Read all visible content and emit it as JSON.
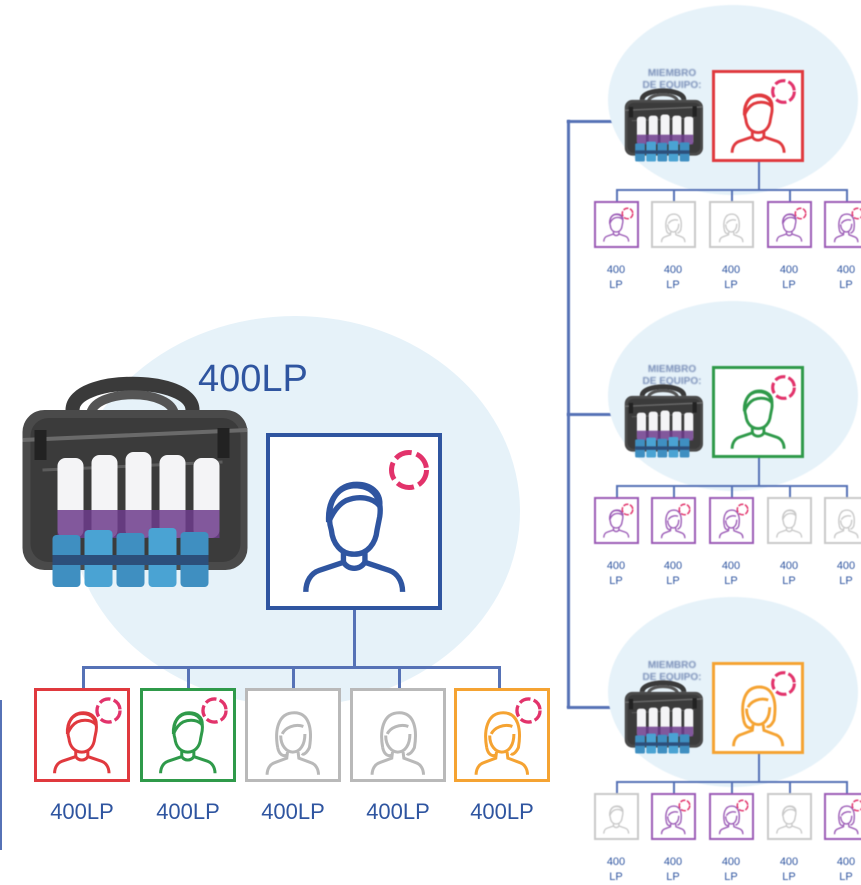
{
  "main": {
    "label": "400LP",
    "members": [
      {
        "label": "400LP",
        "color": "#e0393e",
        "gender": "male",
        "active": true
      },
      {
        "label": "400LP",
        "color": "#2f9a4a",
        "gender": "male",
        "active": true
      },
      {
        "label": "400LP",
        "color": "#b9b9b9",
        "gender": "female",
        "active": false
      },
      {
        "label": "400LP",
        "color": "#b9b9b9",
        "gender": "female",
        "active": false
      },
      {
        "label": "400LP",
        "color": "#f5a332",
        "gender": "female",
        "active": true
      }
    ]
  },
  "branches": [
    {
      "member_text": "MIEMBRO DE EQUIPO:",
      "head_color": "#e0393e",
      "members": [
        {
          "line1": "400",
          "line2": "LP",
          "color": "#9b5bb6",
          "active": true
        },
        {
          "line1": "400",
          "line2": "LP",
          "color": "#c9c9c9",
          "active": false
        },
        {
          "line1": "400",
          "line2": "LP",
          "color": "#c9c9c9",
          "active": false
        },
        {
          "line1": "400",
          "line2": "LP",
          "color": "#9b5bb6",
          "active": true
        },
        {
          "line1": "400",
          "line2": "LP",
          "color": "#9b5bb6",
          "active": true
        }
      ]
    },
    {
      "member_text": "MIEMBRO DE EQUIPO:",
      "head_color": "#2f9a4a",
      "members": [
        {
          "line1": "400",
          "line2": "LP",
          "color": "#9b5bb6",
          "active": true
        },
        {
          "line1": "400",
          "line2": "LP",
          "color": "#9b5bb6",
          "active": true
        },
        {
          "line1": "400",
          "line2": "LP",
          "color": "#9b5bb6",
          "active": true
        },
        {
          "line1": "400",
          "line2": "LP",
          "color": "#c9c9c9",
          "active": false
        },
        {
          "line1": "400",
          "line2": "LP",
          "color": "#c9c9c9",
          "active": false
        }
      ]
    },
    {
      "member_text": "MIEMBRO DE EQUIPO:",
      "head_color": "#f5a332",
      "members": [
        {
          "line1": "400",
          "line2": "LP",
          "color": "#c9c9c9",
          "active": false
        },
        {
          "line1": "400",
          "line2": "LP",
          "color": "#9b5bb6",
          "active": true
        },
        {
          "line1": "400",
          "line2": "LP",
          "color": "#9b5bb6",
          "active": true
        },
        {
          "line1": "400",
          "line2": "LP",
          "color": "#c9c9c9",
          "active": false
        },
        {
          "line1": "400",
          "line2": "LP",
          "color": "#9b5bb6",
          "active": true
        }
      ]
    }
  ],
  "colors": {
    "head": "#2f55a0",
    "connector": "#5672b6",
    "circle": "#e6f2f9",
    "ring": "#e2336b"
  }
}
